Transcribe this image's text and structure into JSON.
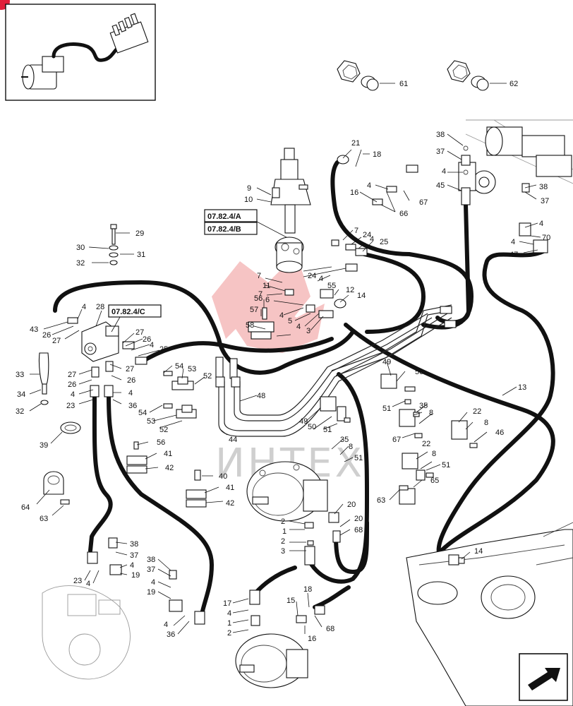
{
  "refs": {
    "ref_a": "07.82.4/A",
    "ref_b": "07.82.4/B",
    "ref_c": "07.82.4/C"
  },
  "watermark": {
    "text": "ИНТЕХ",
    "color": "#e03030"
  },
  "labels": {
    "l61": "61",
    "l62": "62",
    "l21": "21",
    "l18a": "18",
    "l38a": "38",
    "l37a": "37",
    "l4a": "4",
    "l45": "45",
    "l38b": "38",
    "l37b": "37",
    "l9": "9",
    "l10": "10",
    "l4b": "4",
    "l16a": "16",
    "l66": "66",
    "l67a": "67",
    "l4c": "4",
    "l70": "70",
    "l4d": "4",
    "l47": "47",
    "l29": "29",
    "l30": "30",
    "l31": "31",
    "l32a": "32",
    "l7a": "7",
    "l24a": "24",
    "l4e": "4",
    "l25a": "25",
    "l7b": "7",
    "l11": "11",
    "l24b": "24",
    "l4f": "4",
    "l55": "55",
    "l7c": "7",
    "l6": "6",
    "l12": "12",
    "l14a": "14",
    "l56a": "56",
    "l57": "57",
    "l4g": "4",
    "l5": "5",
    "l4h": "4",
    "l3a": "3",
    "l58": "58",
    "l28": "28",
    "l4i": "4",
    "l43": "43",
    "l26a": "26",
    "l27a": "27",
    "l27b": "27",
    "l26b": "26",
    "l4j": "4",
    "l25b": "25",
    "l33": "33",
    "l34": "34",
    "l32b": "32",
    "l27c": "27",
    "l26c": "26",
    "l4k": "4",
    "l23a": "23",
    "l27d": "27",
    "l26d": "26",
    "l4l": "4",
    "l36a": "36",
    "l54a": "54",
    "l53a": "53",
    "l52a": "52",
    "l48": "48",
    "l49a": "49",
    "l50a": "50",
    "l13": "13",
    "l51a": "51",
    "l35a": "35",
    "l8a": "8",
    "l22a": "22",
    "l8b": "8",
    "l46": "46",
    "l67b": "67",
    "l54b": "54",
    "l53b": "53",
    "l52b": "52",
    "l49b": "49",
    "l50b": "50",
    "l51b": "51",
    "l39": "39",
    "l56b": "56",
    "l41a": "41",
    "l42a": "42",
    "l44": "44",
    "l35b": "35",
    "l8c": "8",
    "l51c": "51",
    "l22b": "22",
    "l8d": "8",
    "l51d": "51",
    "l40": "40",
    "l41b": "41",
    "l42b": "42",
    "l64": "64",
    "l63a": "63",
    "l63b": "63",
    "l65": "65",
    "l20a": "20",
    "l2a": "2",
    "l1a": "1",
    "l20b": "20",
    "l68a": "68",
    "l2b": "2",
    "l3b": "3",
    "l38c": "38",
    "l37c": "37",
    "l4m": "4",
    "l19a": "19",
    "l38d": "38",
    "l37d": "37",
    "l4n": "4",
    "l19b": "19",
    "l23b": "23",
    "l4o": "4",
    "l14b": "14",
    "l17": "17",
    "l4p": "4",
    "l1b": "1",
    "l2c": "2",
    "l18b": "18",
    "l15": "15",
    "l16b": "16",
    "l68b": "68",
    "l4q": "4",
    "l36b": "36"
  }
}
